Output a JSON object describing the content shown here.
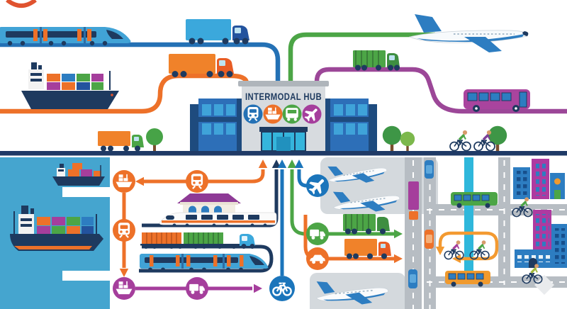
{
  "hub": {
    "title": "INTERMODAL HUB",
    "mode_badges": [
      {
        "icon": "train-icon",
        "color": "#2471B5"
      },
      {
        "icon": "ship-icon",
        "color": "#ED7129"
      },
      {
        "icon": "bus-icon",
        "color": "#4CA546"
      },
      {
        "icon": "plane-icon",
        "color": "#A53E9C"
      }
    ]
  },
  "top_section": {
    "routes": [
      {
        "id": "rail-route",
        "color": "#2471B5",
        "vehicles": [
          "high-speed-train",
          "blue-container-truck"
        ]
      },
      {
        "id": "sea-road-route",
        "color": "#ED7129",
        "vehicles": [
          "container-ship",
          "orange-container-truck"
        ]
      },
      {
        "id": "air-route",
        "color": "#4CA546",
        "vehicles": [
          "airliner"
        ]
      },
      {
        "id": "city-route",
        "color": "#9C4798",
        "vehicles": [
          "green-container-truck",
          "city-bus"
        ]
      }
    ],
    "street_level": [
      "delivery-truck",
      "tree",
      "trees",
      "cyclist-green",
      "cyclist-purple",
      "tree"
    ]
  },
  "bottom_section": {
    "port": {
      "water_color": "#45A5CF",
      "vehicles": [
        "small-container-ship",
        "large-container-ship"
      ],
      "docks": 2
    },
    "transfer_flows": [
      {
        "color": "#ED7129",
        "nodes": [
          "ship-icon",
          "train-icon"
        ],
        "arrows": [
          "left-to-ship",
          "up-to-hub"
        ]
      },
      {
        "color": "#ED7129",
        "nodes": [
          "ship-icon",
          "train-icon"
        ],
        "arrows": [
          "down-to-sea"
        ]
      },
      {
        "color": "#A53E9C",
        "nodes": [
          "ship-icon",
          "truck-icon"
        ],
        "arrows": [
          "right-to-bike"
        ]
      },
      {
        "color": "#1B75BB",
        "nodes": [
          "bike-icon"
        ],
        "arrows": [
          "up-to-hub"
        ]
      },
      {
        "color": "#1B75BB",
        "nodes": [
          "plane-icon"
        ],
        "arrows": [
          "up-to-hub"
        ]
      },
      {
        "color": "#1E3A5F",
        "nodes": [],
        "arrows": [
          "up-to-hub"
        ]
      },
      {
        "color": "#4CA546",
        "nodes": [
          "truck-icon"
        ],
        "arrows": [
          "up-to-hub",
          "right-to-streets"
        ]
      },
      {
        "color": "#ED7129",
        "nodes": [
          "car-icon"
        ],
        "arrows": [
          "right-to-streets"
        ]
      }
    ],
    "rail_yard": [
      "train-station",
      "intercity-train",
      "container-freight-truck",
      "high-speed-train"
    ],
    "air_panels": [
      {
        "planes": 2
      },
      {
        "planes": 1
      }
    ],
    "street_grid": {
      "bike_lane_color": "#2FB7DB",
      "loop_color": "#F39A31",
      "vehicles": [
        "purple-truck",
        "blue-car",
        "orange-car",
        "green-bus",
        "orange-bus",
        "blue-car"
      ],
      "cyclists": 4,
      "buildings": 6
    }
  },
  "colors": {
    "navy": "#1E3A5F",
    "ground": "#1F3A66",
    "blue_line": "#2471B5",
    "bright_blue": "#1B75BB",
    "orange": "#ED7129",
    "green": "#4CA546",
    "purple": "#9C4798",
    "magenta": "#A53E9C",
    "panel_gray": "#D4D9DD",
    "road_gray": "#B7BDC3",
    "cyan": "#2FB7DB",
    "water": "#45A5CF"
  }
}
